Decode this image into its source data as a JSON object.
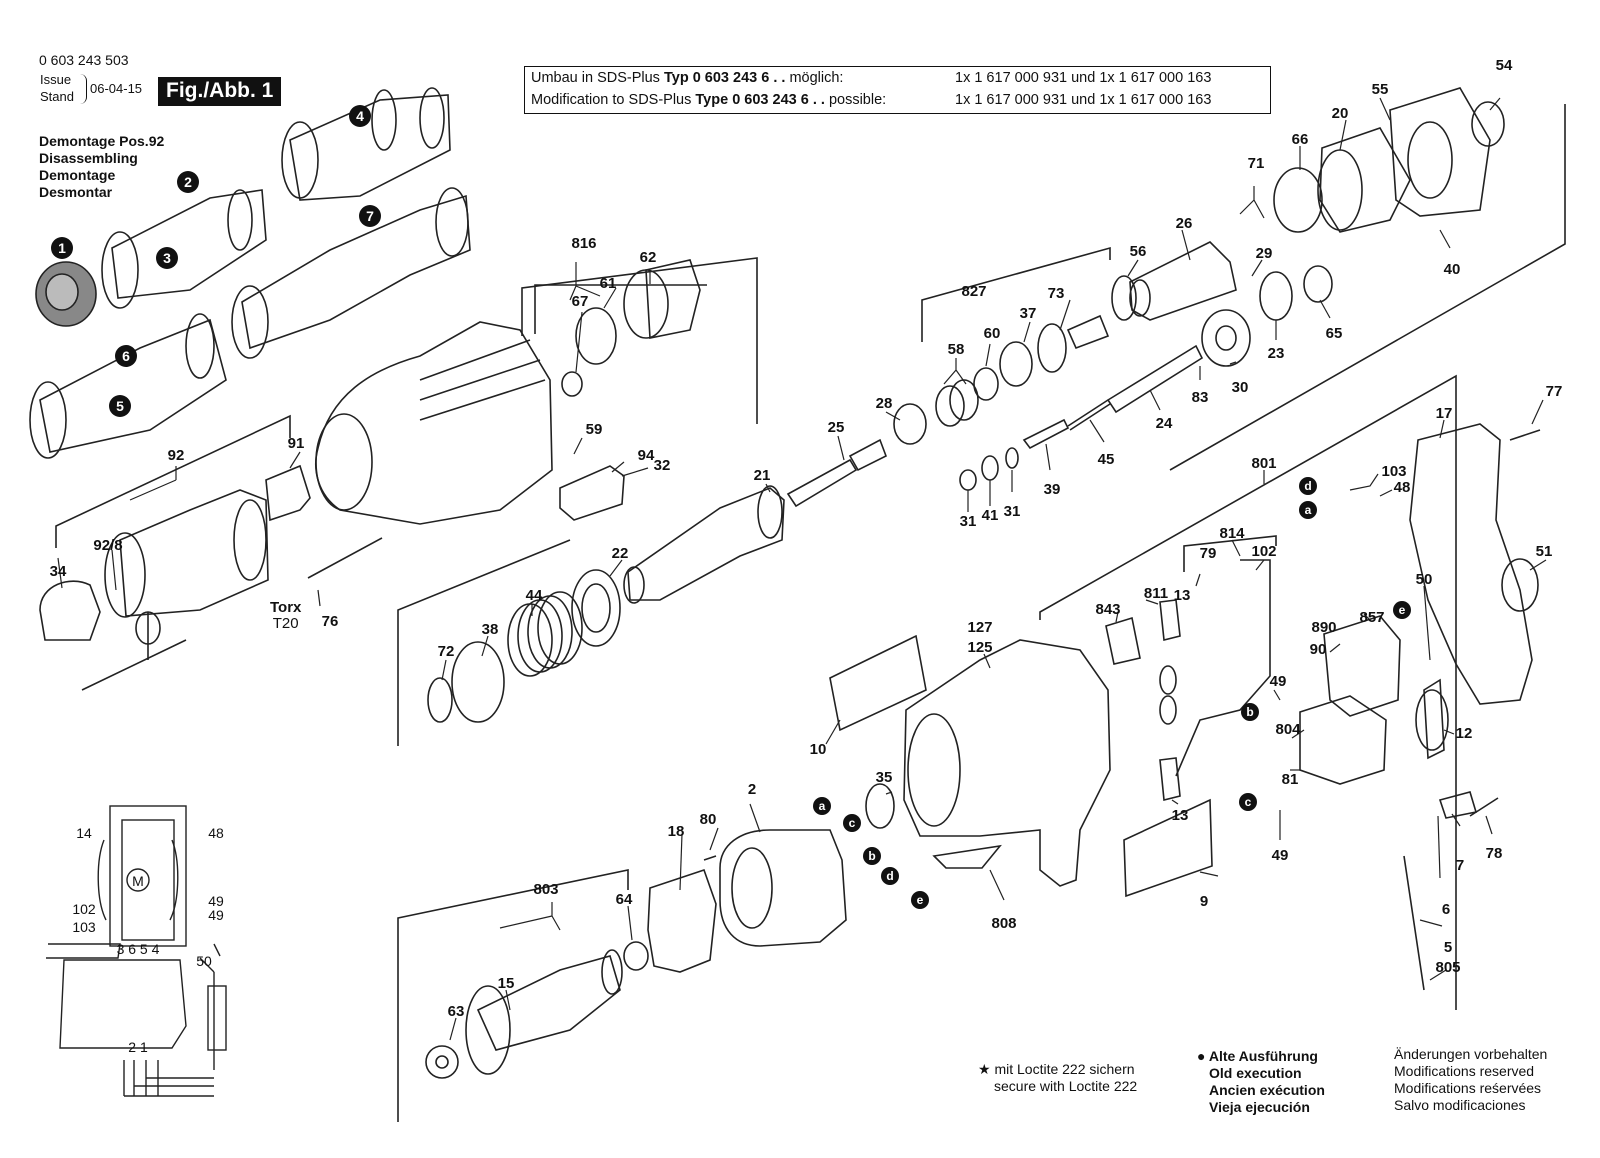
{
  "header": {
    "doc_number": "0 603 243 503",
    "issue_label": "Issue",
    "stand_label": "Stand",
    "issue_date": "06-04-15",
    "figure_tag": "Fig./Abb. 1"
  },
  "disassembly_title": [
    "Demontage Pos.92",
    "Disassembling",
    "Demontage",
    "Desmontar"
  ],
  "modification_note": {
    "row1_prefix": "Umbau in SDS-Plus ",
    "row1_bold": "Typ 0 603 243 6 . .",
    "row1_suffix": " möglich:",
    "row1_right": "1x 1 617 000 931 und 1x 1 617 000 163",
    "row2_prefix": "Modification to SDS-Plus ",
    "row2_bold": "Type 0 603 243 6 . .",
    "row2_suffix": " possible:",
    "row2_right": "1x 1 617 000 931 und 1x 1 617 000 163"
  },
  "torx": {
    "title": "Torx",
    "size": "T20"
  },
  "step_numbers": [
    "1",
    "2",
    "3",
    "4",
    "5",
    "6",
    "7"
  ],
  "wire_markers": [
    "a",
    "b",
    "c",
    "d",
    "e"
  ],
  "part_labels": [
    "54",
    "55",
    "20",
    "66",
    "71",
    "26",
    "56",
    "29",
    "40",
    "65",
    "23",
    "30",
    "83",
    "24",
    "45",
    "39",
    "31",
    "41",
    "31",
    "827",
    "73",
    "37",
    "60",
    "58",
    "28",
    "25",
    "21",
    "816",
    "62",
    "61",
    "67",
    "59",
    "94",
    "32",
    "92",
    "91",
    "34",
    "92/8",
    "76",
    "22",
    "44",
    "38",
    "72",
    "77",
    "17",
    "801",
    "103",
    "48",
    "814",
    "79",
    "102",
    "811",
    "13",
    "843",
    "857",
    "890",
    "90",
    "50",
    "127",
    "125",
    "10",
    "51",
    "49",
    "804",
    "81",
    "12",
    "2",
    "80",
    "18",
    "35",
    "803",
    "64",
    "15",
    "63",
    "808",
    "9",
    "13",
    "49",
    "7",
    "78",
    "6",
    "5",
    "805"
  ],
  "schematic": {
    "labels": [
      "14",
      "48",
      "102",
      "103",
      "49",
      "49",
      "50"
    ],
    "terminals": "3 6 5 4",
    "motor": "M",
    "switch_pins": "2 1"
  },
  "legend_loctite": [
    "mit Loctite 222 sichern",
    "secure with Loctite 222"
  ],
  "legend_old": [
    "Alte Ausführung",
    "Old execution",
    "Ancien exécution",
    "Vieja ejecución"
  ],
  "legend_changes": [
    "Änderungen vorbehalten",
    "Modifications reserved",
    "Modifications reśervées",
    "Salvo modificaciones"
  ]
}
